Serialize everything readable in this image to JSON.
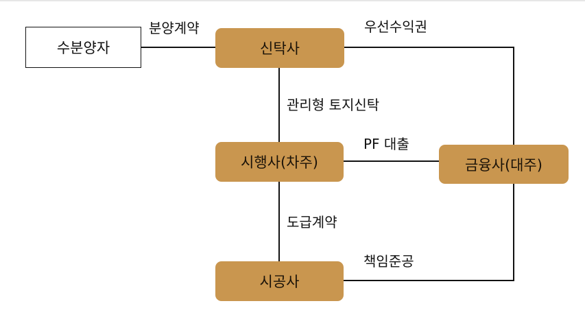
{
  "colors": {
    "node_fill": "#c9964f",
    "line": "#111111",
    "background": "#ffffff"
  },
  "nodes": {
    "buyer": "수분양자",
    "trust": "신탁사",
    "developer": "시행사(차주)",
    "lender": "금융사(대주)",
    "constructor": "시공사"
  },
  "edges": {
    "buyer_trust": "분양계약",
    "trust_lender": "우선수익권",
    "trust_developer": "관리형 토지신탁",
    "developer_lender": "PF 대출",
    "developer_constructor": "도급계약",
    "constructor_lender": "책임준공"
  }
}
